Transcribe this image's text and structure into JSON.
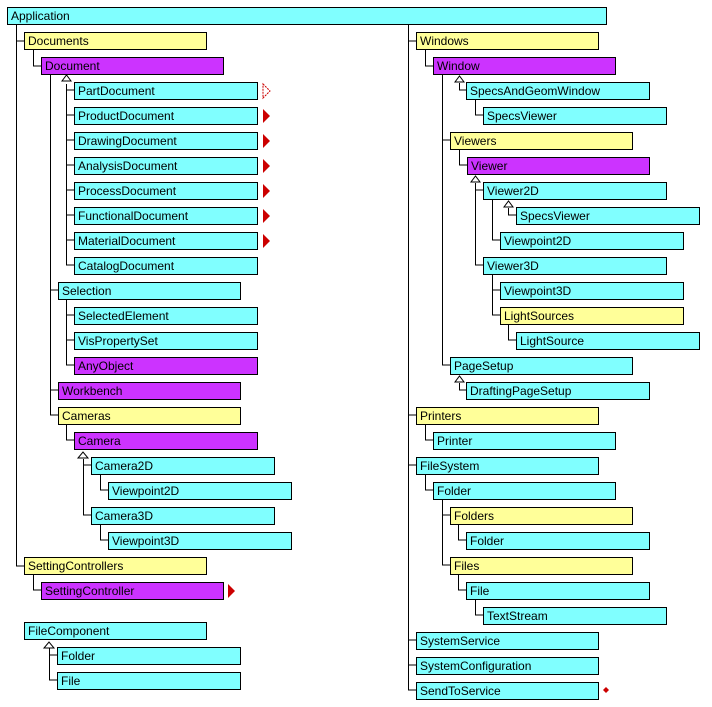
{
  "colors": {
    "collection": "#ffff99",
    "object": "#80ffff",
    "abstract": "#cc33ff",
    "arrow": "#cc0000"
  },
  "nodes": {
    "application": "Application",
    "documents": "Documents",
    "document": "Document",
    "part_document": "PartDocument",
    "product_document": "ProductDocument",
    "drawing_document": "DrawingDocument",
    "analysis_document": "AnalysisDocument",
    "process_document": "ProcessDocument",
    "functional_document": "FunctionalDocument",
    "material_document": "MaterialDocument",
    "catalog_document": "CatalogDocument",
    "selection": "Selection",
    "selected_element": "SelectedElement",
    "vis_property_set": "VisPropertySet",
    "any_object": "AnyObject",
    "workbench": "Workbench",
    "cameras": "Cameras",
    "camera": "Camera",
    "camera2d": "Camera2D",
    "camera2d_viewpoint2d": "Viewpoint2D",
    "camera3d": "Camera3D",
    "camera3d_viewpoint3d": "Viewpoint3D",
    "setting_controllers": "SettingControllers",
    "setting_controller": "SettingController",
    "file_component": "FileComponent",
    "fc_folder": "Folder",
    "fc_file": "File",
    "windows": "Windows",
    "window": "Window",
    "specs_and_geom_window": "SpecsAndGeomWindow",
    "specs_viewer_1": "SpecsViewer",
    "viewers": "Viewers",
    "viewer": "Viewer",
    "viewer2d": "Viewer2D",
    "specs_viewer_2": "SpecsViewer",
    "viewer2d_viewpoint2d": "Viewpoint2D",
    "viewer3d": "Viewer3D",
    "viewer3d_viewpoint3d": "Viewpoint3D",
    "light_sources": "LightSources",
    "light_source": "LightSource",
    "page_setup": "PageSetup",
    "drafting_page_setup": "DraftingPageSetup",
    "printers": "Printers",
    "printer": "Printer",
    "file_system": "FileSystem",
    "folder": "Folder",
    "folders": "Folders",
    "folders_folder": "Folder",
    "files": "Files",
    "file": "File",
    "text_stream": "TextStream",
    "system_service": "SystemService",
    "system_configuration": "SystemConfiguration",
    "send_to_service": "SendToService"
  }
}
